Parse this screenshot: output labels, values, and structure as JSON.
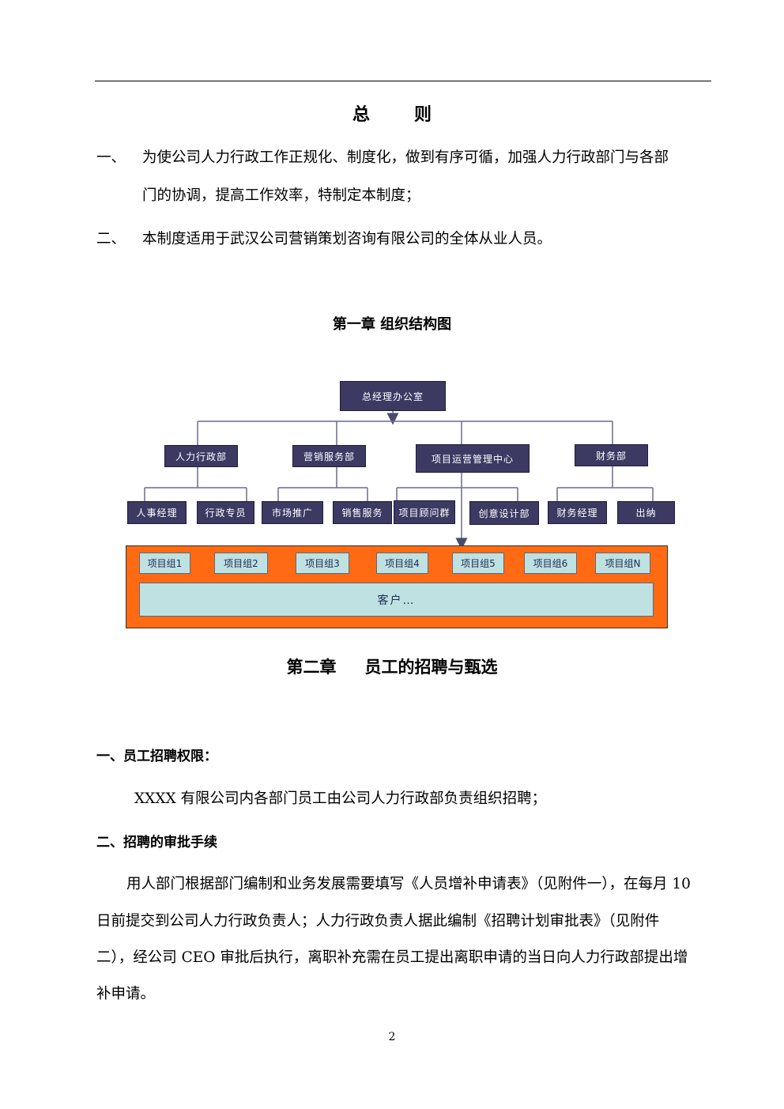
{
  "title": [
    "总",
    "则"
  ],
  "general": [
    {
      "num": "一、",
      "line1": "为使公司人力行政工作正规化、制度化，做到有序可循，加强人力行政部门与各部",
      "line2": "门的协调，提高工作效率，特制定本制度；"
    },
    {
      "num": "二、",
      "line1": "本制度适用于武汉公司营销策划咨询有限公司的全体从业人员。"
    }
  ],
  "chapter1": "第一章  组织结构图",
  "org": {
    "top": "总经理办公室",
    "departments": [
      "人力行政部",
      "营销服务部",
      "项目运营管理中心",
      "财务部"
    ],
    "sub_units": [
      "人事经理",
      "行政专员",
      "市场推广",
      "销售服务",
      "项目顾问群",
      "创意设计部",
      "财务经理",
      "出纳"
    ],
    "project_groups": [
      "项目组1",
      "项目组2",
      "项目组3",
      "项目组4",
      "项目组5",
      "项目组6",
      "项目组N"
    ],
    "client": "客户…",
    "colors": {
      "node": "#3c3a63",
      "container": "#ff6a13",
      "group": "#bfe1e1",
      "line": "#6c6c8c"
    }
  },
  "chapter2": {
    "num": "第二章",
    "title": "员工的招聘与甄选"
  },
  "sections": [
    {
      "heading": "一、员工招聘权限：",
      "text": "XXXX 有限公司内各部门员工由公司人力行政部负责组织招聘；"
    },
    {
      "heading": "二、招聘的审批手续",
      "lines": [
        "用人部门根据部门编制和业务发展需要填写《人员增补申请表》（见附件一），在每月 10",
        "日前提交到公司人力行政负责人；人力行政负责人据此编制《招聘计划审批表》（见附件",
        "二），经公司 CEO 审批后执行，离职补充需在员工提出离职申请的当日向人力行政部提出增",
        "补申请。"
      ]
    }
  ],
  "page_number": "2"
}
